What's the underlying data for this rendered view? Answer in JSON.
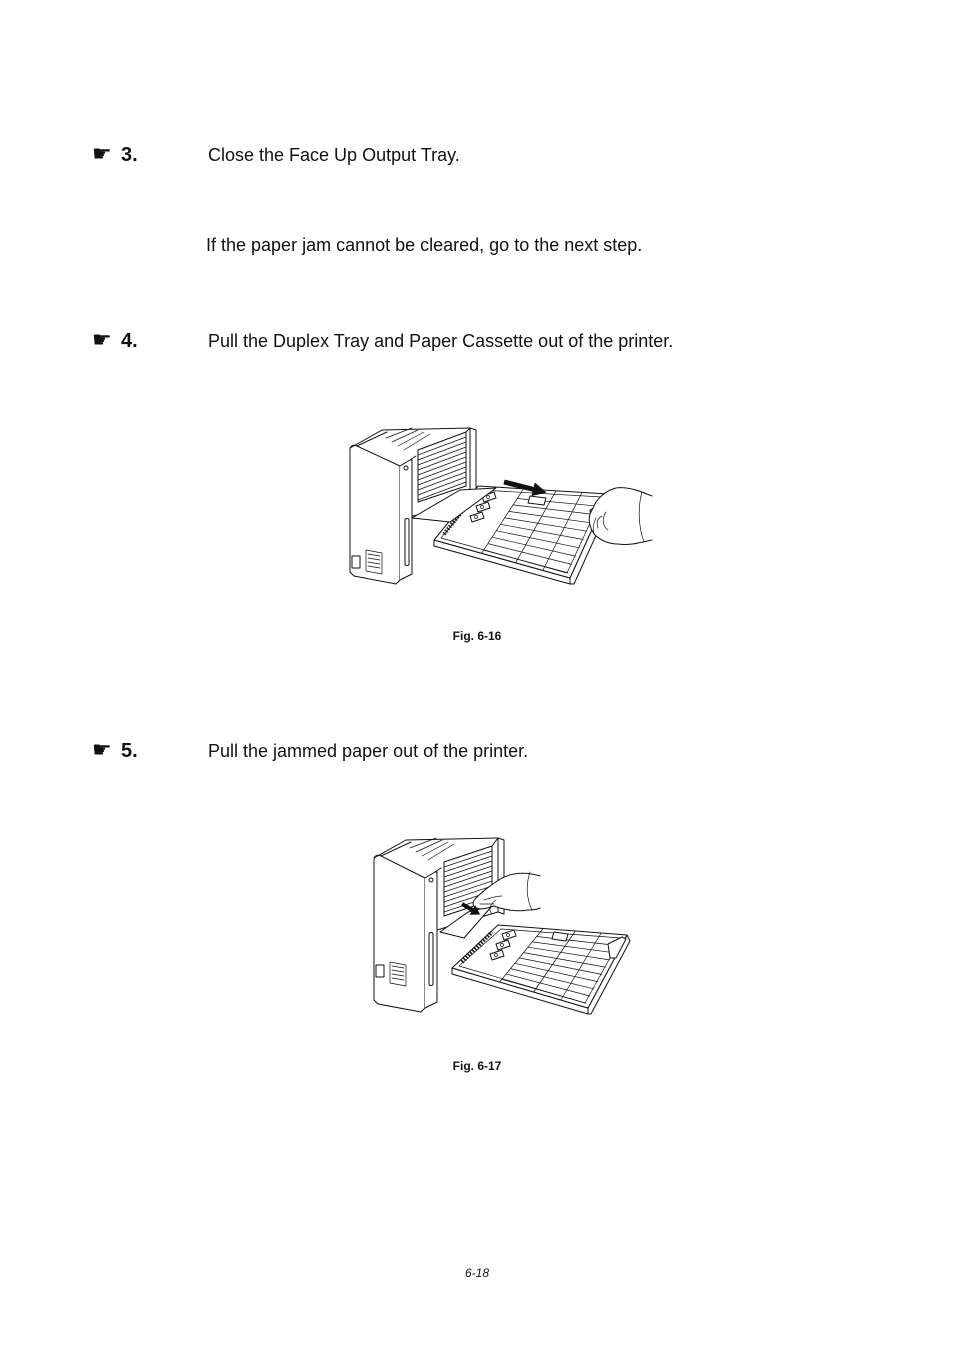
{
  "steps": [
    {
      "icon": "pointing-hand-icon",
      "number": "3.",
      "instruction": "Close the Face Up Output Tray.",
      "note": "If the paper jam cannot be cleared, go to the next step."
    },
    {
      "icon": "pointing-hand-icon",
      "number": "4.",
      "instruction": "Pull the Duplex Tray and Paper Cassette out of the printer.",
      "figure_caption": "Fig. 6-16"
    },
    {
      "icon": "pointing-hand-icon",
      "number": "5.",
      "instruction": "Pull the jammed paper out of the printer.",
      "figure_caption": "Fig. 6-17"
    }
  ],
  "page_number": "6-18",
  "colors": {
    "text": "#111111",
    "background": "#ffffff"
  }
}
